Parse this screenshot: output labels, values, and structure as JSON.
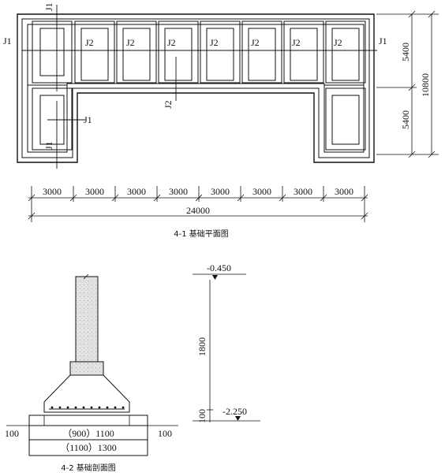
{
  "plan": {
    "caption": "4-1  基础平面图",
    "section_labels": {
      "top_left_vertical": "J1",
      "left": "J1",
      "right": "J1",
      "bottom_left_horizontal": "J1",
      "bottom_left_vertical": "J1",
      "mid_vertical": "J2",
      "top_row": [
        "J2",
        "J2",
        "J2",
        "J2",
        "J2",
        "J2",
        "J2"
      ]
    },
    "bay_dims": [
      "3000",
      "3000",
      "3000",
      "3000",
      "3000",
      "3000",
      "3000",
      "3000"
    ],
    "total_width": "24000",
    "row_dims": [
      "5400",
      "5400"
    ],
    "total_height": "10800"
  },
  "section": {
    "caption": "4-2  基础剖面图",
    "offset_left": "100",
    "offset_right": "100",
    "upper_step": "（900）1100",
    "lower_step": "（1100）1300",
    "level_top": "-0.450",
    "depth": "1800",
    "bed": "100",
    "level_bottom": "-2.250"
  }
}
